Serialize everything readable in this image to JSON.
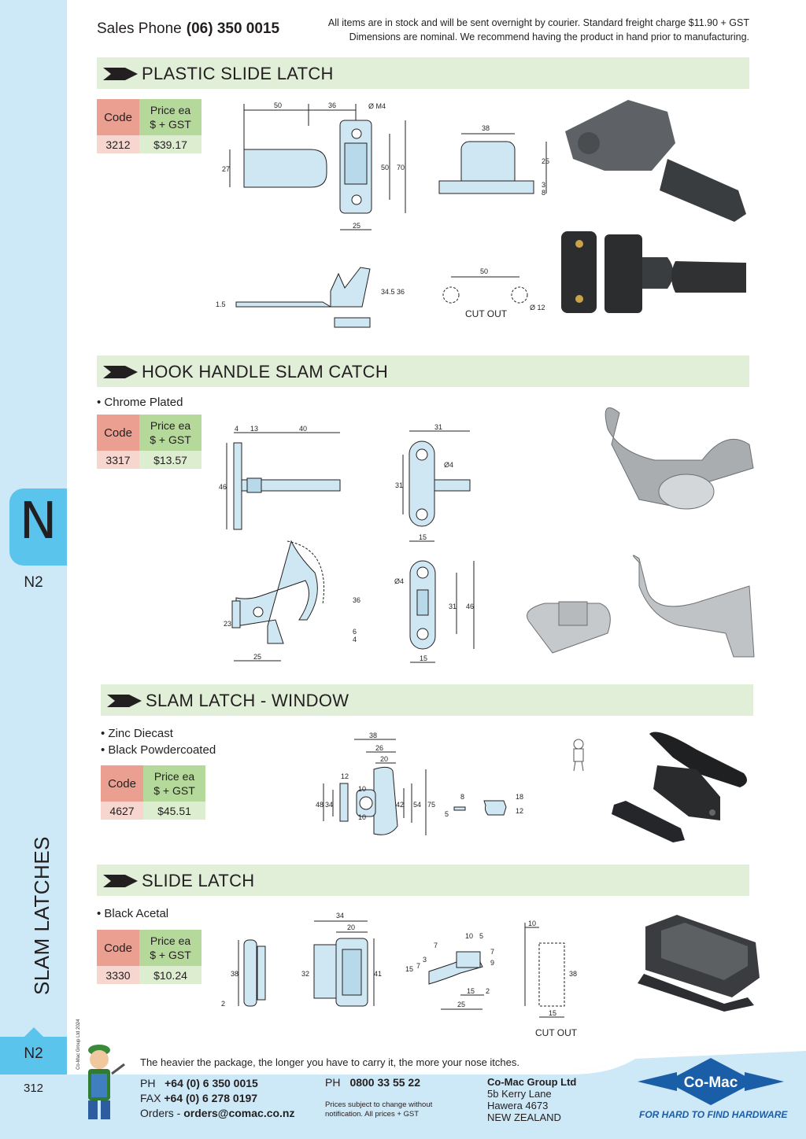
{
  "header": {
    "sales_label": "Sales Phone",
    "sales_phone": "(06) 350 0015",
    "notice_line1": "All items are in stock and will be sent overnight by courier. Standard freight charge $11.90 + GST",
    "notice_line2": "Dimensions are nominal. We recommend having the product in hand prior to manufacturing."
  },
  "sidebar": {
    "tab_letter": "N",
    "tab_code": "N2",
    "vertical_title": "SLAM LATCHES",
    "copyright": "© Co-Mac Group Ltd 2024",
    "bottom_code": "N2",
    "page_number": "312"
  },
  "table_headers": {
    "code": "Code",
    "price_line1": "Price ea",
    "price_line2": "$ + GST"
  },
  "sections": [
    {
      "title": "PLASTIC SLIDE LATCH",
      "bullets": [],
      "code": "3212",
      "price": "$39.17",
      "dims": [
        "50",
        "36",
        "Ø M4",
        "27",
        "50",
        "70",
        "25",
        "38",
        "25",
        "3",
        "8",
        "1.5",
        "34.5",
        "36",
        "50",
        "Ø 12"
      ],
      "cutout": "CUT OUT"
    },
    {
      "title": "HOOK HANDLE SLAM CATCH",
      "bullets": [
        "• Chrome Plated"
      ],
      "code": "3317",
      "price": "$13.57",
      "dims": [
        "4",
        "13",
        "40",
        "46",
        "31",
        "Ø4",
        "31",
        "15",
        "36",
        "23",
        "4",
        "6",
        "25",
        "Ø4",
        "31",
        "46",
        "15"
      ]
    },
    {
      "title": "SLAM LATCH - WINDOW",
      "bullets": [
        "• Zinc Diecast",
        "• Black Powdercoated"
      ],
      "code": "4627",
      "price": "$45.51",
      "dims": [
        "38",
        "26",
        "20",
        "12",
        "10",
        "48",
        "34",
        "42",
        "54",
        "75",
        "10",
        "8",
        "18",
        "12",
        "5"
      ]
    },
    {
      "title": "SLIDE LATCH",
      "bullets": [
        "• Black Acetal"
      ],
      "code": "3330",
      "price": "$10.24",
      "dims": [
        "38",
        "2",
        "34",
        "20",
        "32",
        "41",
        "7",
        "10",
        "5",
        "15",
        "7",
        "3",
        "9",
        "7",
        "15",
        "2",
        "25",
        "10",
        "38",
        "15"
      ],
      "cutout": "CUT OUT"
    }
  ],
  "footer": {
    "tagline": "The heavier the package, the longer you have to carry it, the more your nose itches.",
    "ph_label": "PH",
    "ph_value": "+64 (0) 6 350 0015",
    "fax_label": "FAX",
    "fax_value": "+64 (0) 6 278 0197",
    "orders_label": "Orders - ",
    "orders_value": "orders@comac.co.nz",
    "free_label": "PH",
    "free_value": "0800 33 55 22",
    "note_line1": "Prices subject to change without",
    "note_line2": "notification. All prices + GST",
    "company": "Co-Mac Group Ltd",
    "addr1": "5b Kerry Lane",
    "addr2": "Hawera 4673",
    "addr3": "NEW ZEALAND",
    "logo_text": "Co-Mac",
    "slogan": "FOR HARD TO FIND HARDWARE"
  },
  "colors": {
    "sidebar": "#cde8f6",
    "tab": "#5bc4ec",
    "section_bar": "#e1efd8",
    "code_header": "#eb9f91",
    "price_header": "#b5d99a",
    "logo_blue": "#1a5ea8"
  }
}
